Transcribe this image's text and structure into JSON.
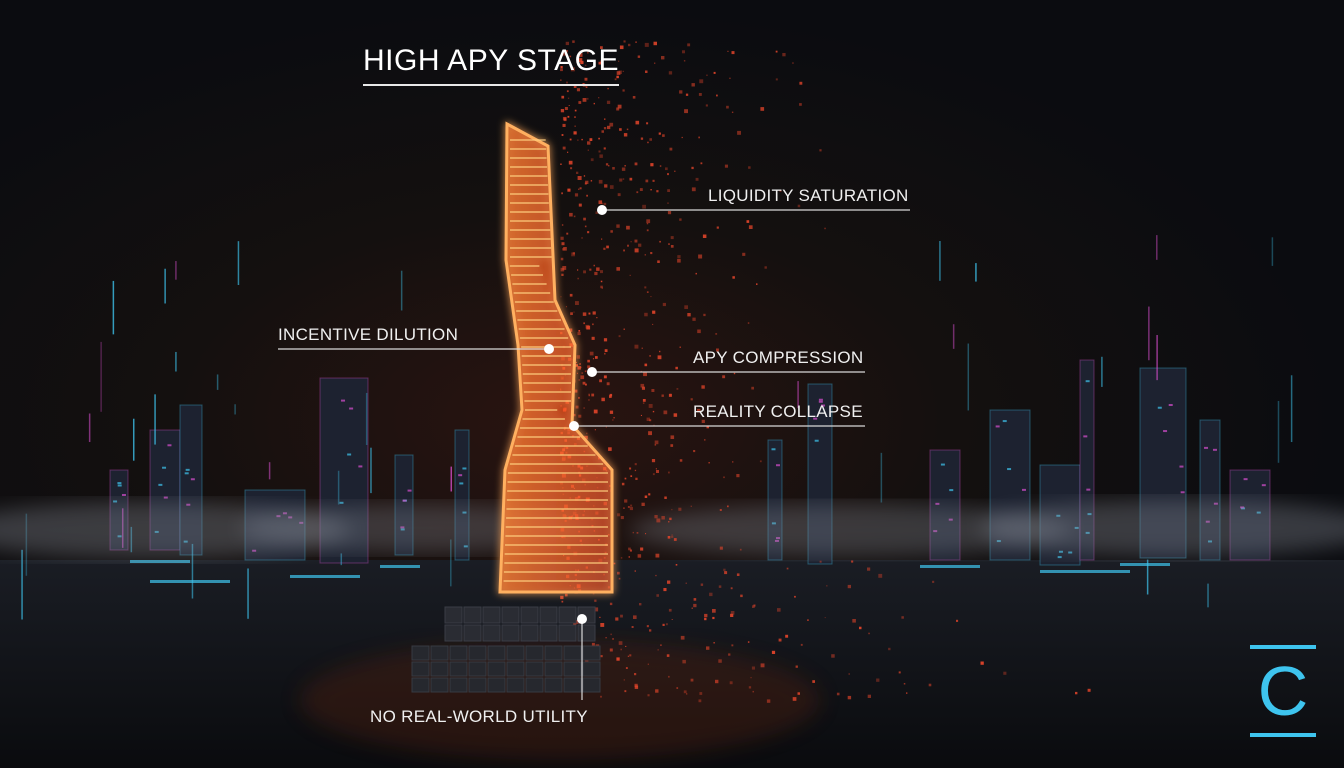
{
  "title": "HIGH APY STAGE",
  "labels": {
    "liquidity_saturation": "LIQUIDITY SATURATION",
    "incentive_dilution": "INCENTIVE DILUTION",
    "apy_compression": "APY COMPRESSION",
    "reality_collapse": "REALITY COLLAPSE",
    "no_utility": "NO REAL-WORLD UTILITY"
  },
  "logo": {
    "letter": "C"
  },
  "colors": {
    "tower_glow": "#ff5a1f",
    "particles": "#e0442a",
    "city_cyan": "#3ec4ee",
    "city_magenta": "#d94fd0",
    "annotation": "#e6e6e6"
  }
}
